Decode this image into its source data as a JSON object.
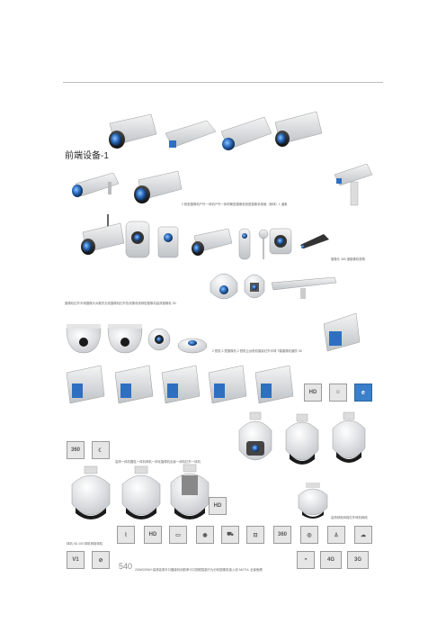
{
  "section": {
    "title": "前端设备-1"
  },
  "captions": {
    "c1": "2 枪型摄像机户外一体机户外一体积筒型摄像机枪型摄像机球面（枪球）1 道象",
    "c2": "摄像头 360 度摄像机视角",
    "c3": "摄像机红外半球摄像头对象的无线摄像机红外热成像系统球型摄像机高清摄像机 3D",
    "c4": "2 镜机 3 镜摄像机 2 镜机云台枪机摄影红外半球 T模摄像机道防 3D",
    "c5": "高清一体机圆柱一体机球机一体化摄像机全景一体机红外一体机",
    "c6": "高清球机网络红外球机网络",
    "c7": "球机 4D-100 球机网络球机",
    "c8_num": "540",
    "c8": "200W200W+高清高清半口器接利用航拳卡口视频智能行为分析摄像机接入线 540TVL 全景鱼眼"
  },
  "features": {
    "hd": "HD",
    "hd2": "HD",
    "hd3": "HD",
    "d360": "360",
    "d360b": "360",
    "g4": "4G",
    "g3": "3G",
    "v1": "V1"
  },
  "colors": {
    "lens": "#2f6fc0",
    "body": "#e8e8e8",
    "accent": "#3b7fc9"
  }
}
